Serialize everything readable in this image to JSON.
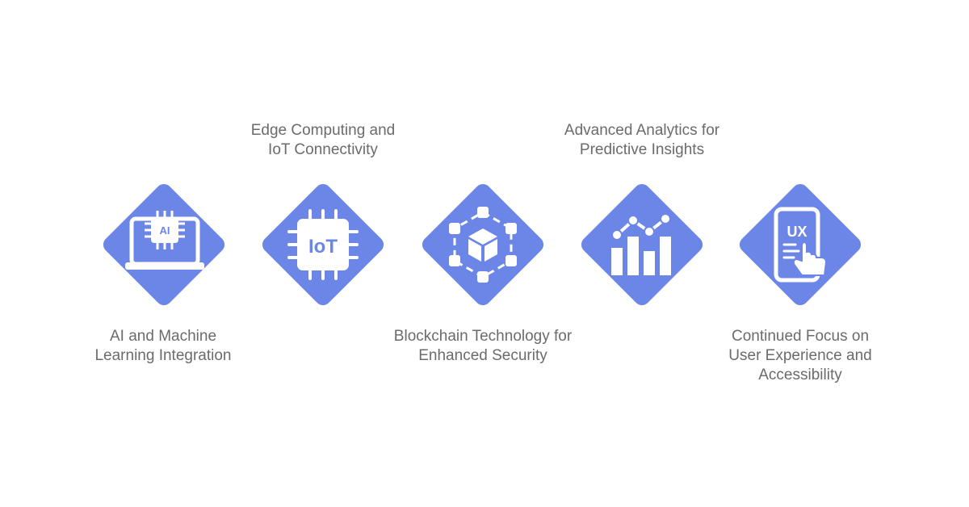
{
  "colors": {
    "tile": "#6b86e6",
    "icon": "#ffffff",
    "text": "#6b6b6b",
    "background": "#ffffff"
  },
  "items": [
    {
      "label": "AI and Machine\nLearning Integration",
      "icon": "ai-laptop-icon",
      "badge": "AI"
    },
    {
      "label": "Edge Computing and\nIoT Connectivity",
      "icon": "iot-chip-icon",
      "badge": "IoT"
    },
    {
      "label": "Blockchain Technology for\nEnhanced Security",
      "icon": "blockchain-cube-icon"
    },
    {
      "label": "Advanced Analytics for\nPredictive Insights",
      "icon": "analytics-chart-icon"
    },
    {
      "label": "Continued Focus on\nUser Experience and\nAccessibility",
      "icon": "ux-phone-touch-icon",
      "badge": "UX"
    }
  ]
}
